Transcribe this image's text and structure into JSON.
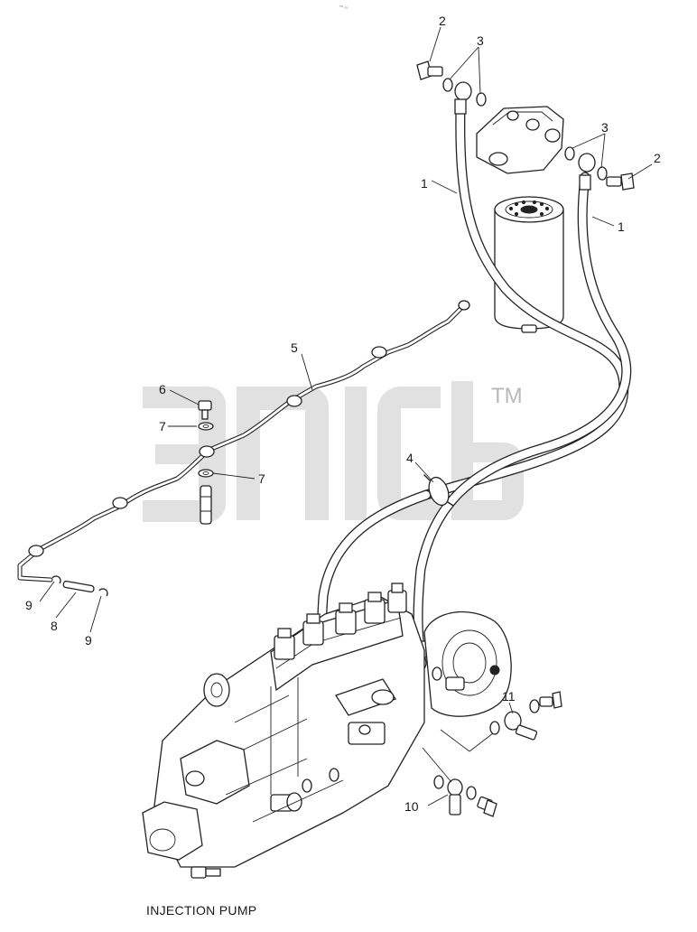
{
  "top_mark": "ᵀᴹ ₀₀₀",
  "watermark": {
    "trademark": "TM"
  },
  "caption": "INJECTION PUMP",
  "callouts": {
    "c1_left": "1",
    "c1_right": "1",
    "c2_top": "2",
    "c2_right": "2",
    "c3_top": "3",
    "c3_right": "3",
    "c4": "4",
    "c5": "5",
    "c6": "6",
    "c7_upper": "7",
    "c7_lower": "7",
    "c8": "8",
    "c9_left": "9",
    "c9_right": "9",
    "c10": "10",
    "c11": "11"
  }
}
